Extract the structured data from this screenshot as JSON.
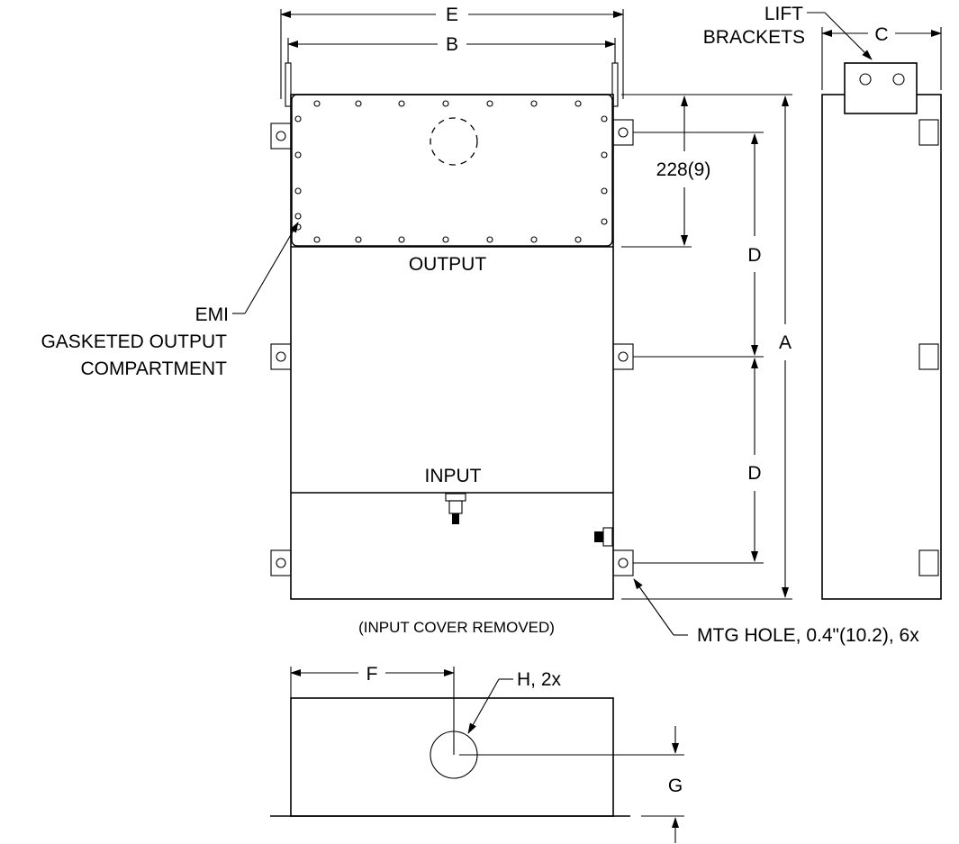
{
  "dimension_labels": {
    "a": "A",
    "b": "B",
    "c": "C",
    "d_upper": "D",
    "d_lower": "D",
    "e": "E",
    "f": "F",
    "g": "G",
    "h": "H, 2x",
    "output_offset": "228(9)"
  },
  "callouts": {
    "lift_brackets_line1": "LIFT",
    "lift_brackets_line2": "BRACKETS",
    "emi_line1": "EMI",
    "emi_line2": "GASKETED OUTPUT",
    "emi_line3": "COMPARTMENT",
    "mtg_hole": "MTG HOLE, 0.4\"(10.2), 6x"
  },
  "compartments": {
    "output": "OUTPUT",
    "input": "INPUT"
  },
  "notes": {
    "input_cover": "(INPUT COVER REMOVED)"
  }
}
